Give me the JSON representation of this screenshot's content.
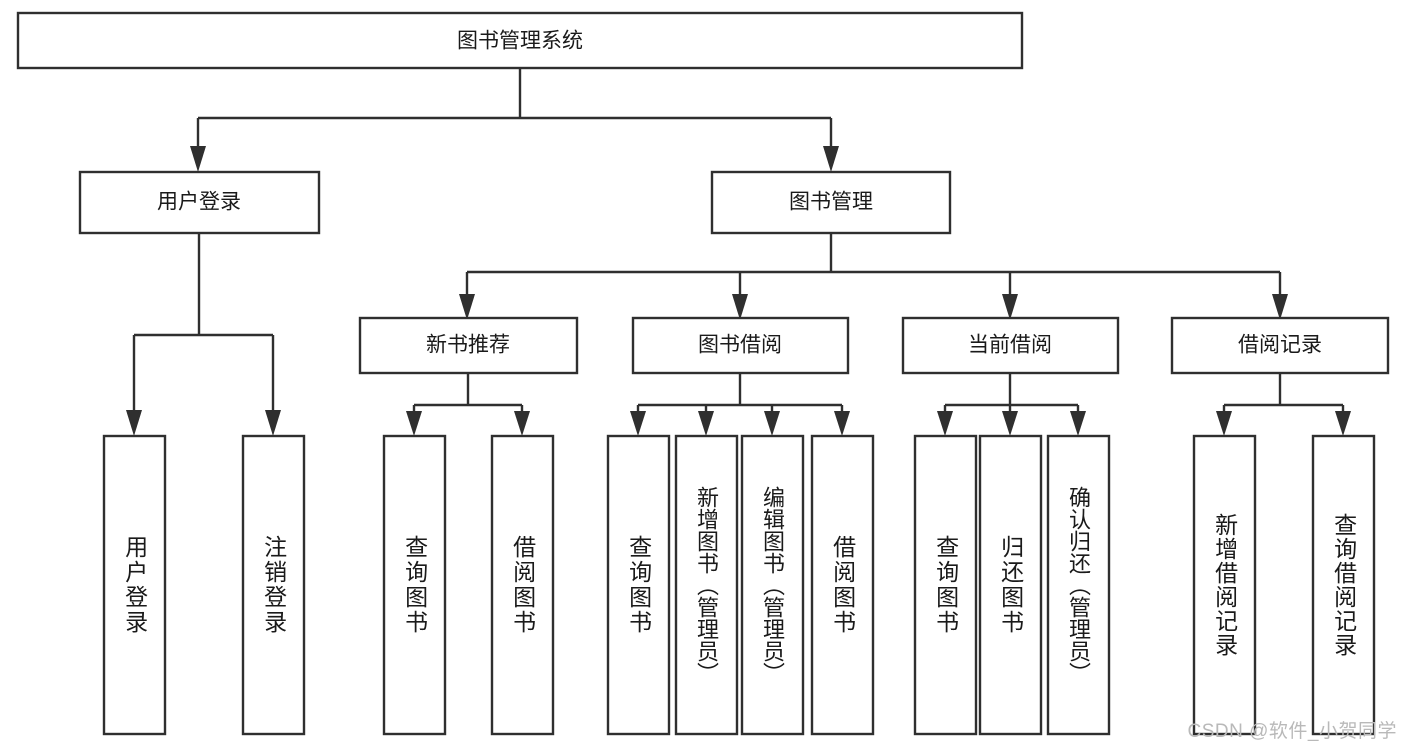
{
  "diagram": {
    "type": "hierarchy-tree",
    "title": "图书管理系统",
    "watermark": "CSDN @软件_小贺同学",
    "colors": {
      "box_fill": "#ffffff",
      "box_stroke": "#2f2f2f",
      "text": "#1a1a1a",
      "background": "#ffffff",
      "watermark": "#b9b9b9"
    },
    "root": {
      "label": "图书管理系统",
      "level": 0
    },
    "level2": [
      {
        "label": "用户登录"
      },
      {
        "label": "图书管理"
      }
    ],
    "level3": [
      {
        "label": "新书推荐"
      },
      {
        "label": "图书借阅"
      },
      {
        "label": "当前借阅"
      },
      {
        "label": "借阅记录"
      }
    ],
    "leaves": {
      "user_login": [
        {
          "label": "用户登录"
        },
        {
          "label": "注销登录"
        }
      ],
      "new_book_recommend": [
        {
          "label": "查询图书"
        },
        {
          "label": "借阅图书"
        }
      ],
      "book_borrow": [
        {
          "label": "查询图书"
        },
        {
          "label": "新增图书（管理员）"
        },
        {
          "label": "编辑图书（管理员）"
        },
        {
          "label": "借阅图书"
        }
      ],
      "current_borrow": [
        {
          "label": "查询图书"
        },
        {
          "label": "归还图书"
        },
        {
          "label": "确认归还（管理员）"
        }
      ],
      "borrow_record": [
        {
          "label": "新增借阅记录"
        },
        {
          "label": "查询借阅记录"
        }
      ]
    }
  }
}
